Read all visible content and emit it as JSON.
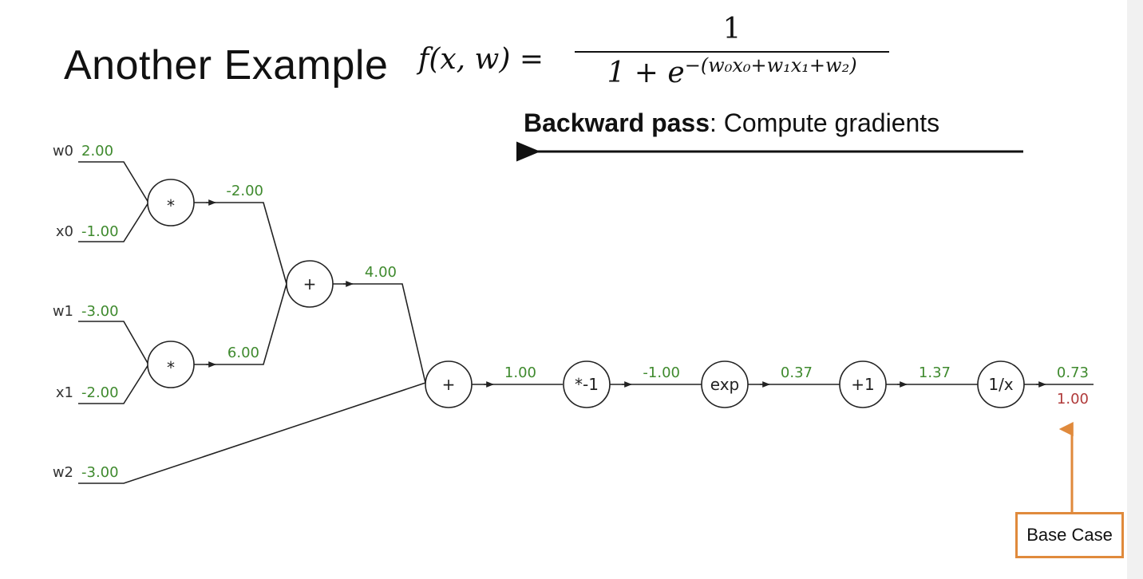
{
  "slide": {
    "title": "Another Example",
    "caption_bold": "Backward pass",
    "caption_rest": ": Compute gradients",
    "base_case_label": "Base Case"
  },
  "formula": {
    "lhs": "f(x, w) =",
    "numerator": "1",
    "denominator_base": "1 + e",
    "denominator_exponent": "−(w₀x₀+w₁x₁+w₂)"
  },
  "graph": {
    "inputs": [
      {
        "name": "w0",
        "value": "2.00"
      },
      {
        "name": "x0",
        "value": "-1.00"
      },
      {
        "name": "w1",
        "value": "-3.00"
      },
      {
        "name": "x1",
        "value": "-2.00"
      },
      {
        "name": "w2",
        "value": "-3.00"
      }
    ],
    "nodes": [
      {
        "id": "mul0",
        "op": "*",
        "output": "-2.00"
      },
      {
        "id": "mul1",
        "op": "*",
        "output": "6.00"
      },
      {
        "id": "add0",
        "op": "+",
        "output": "4.00"
      },
      {
        "id": "add1",
        "op": "+",
        "output": "1.00"
      },
      {
        "id": "neg",
        "op": "*-1",
        "output": "-1.00"
      },
      {
        "id": "exp",
        "op": "exp",
        "output": "0.37"
      },
      {
        "id": "plus1",
        "op": "+1",
        "output": "1.37"
      },
      {
        "id": "recip",
        "op": "1/x",
        "output": "0.73",
        "gradient": "1.00"
      }
    ]
  },
  "colors": {
    "forward_value": "#3f8a2e",
    "gradient_value": "#b03a3a",
    "base_case_border": "#e08a3c",
    "edge": "#222222"
  }
}
